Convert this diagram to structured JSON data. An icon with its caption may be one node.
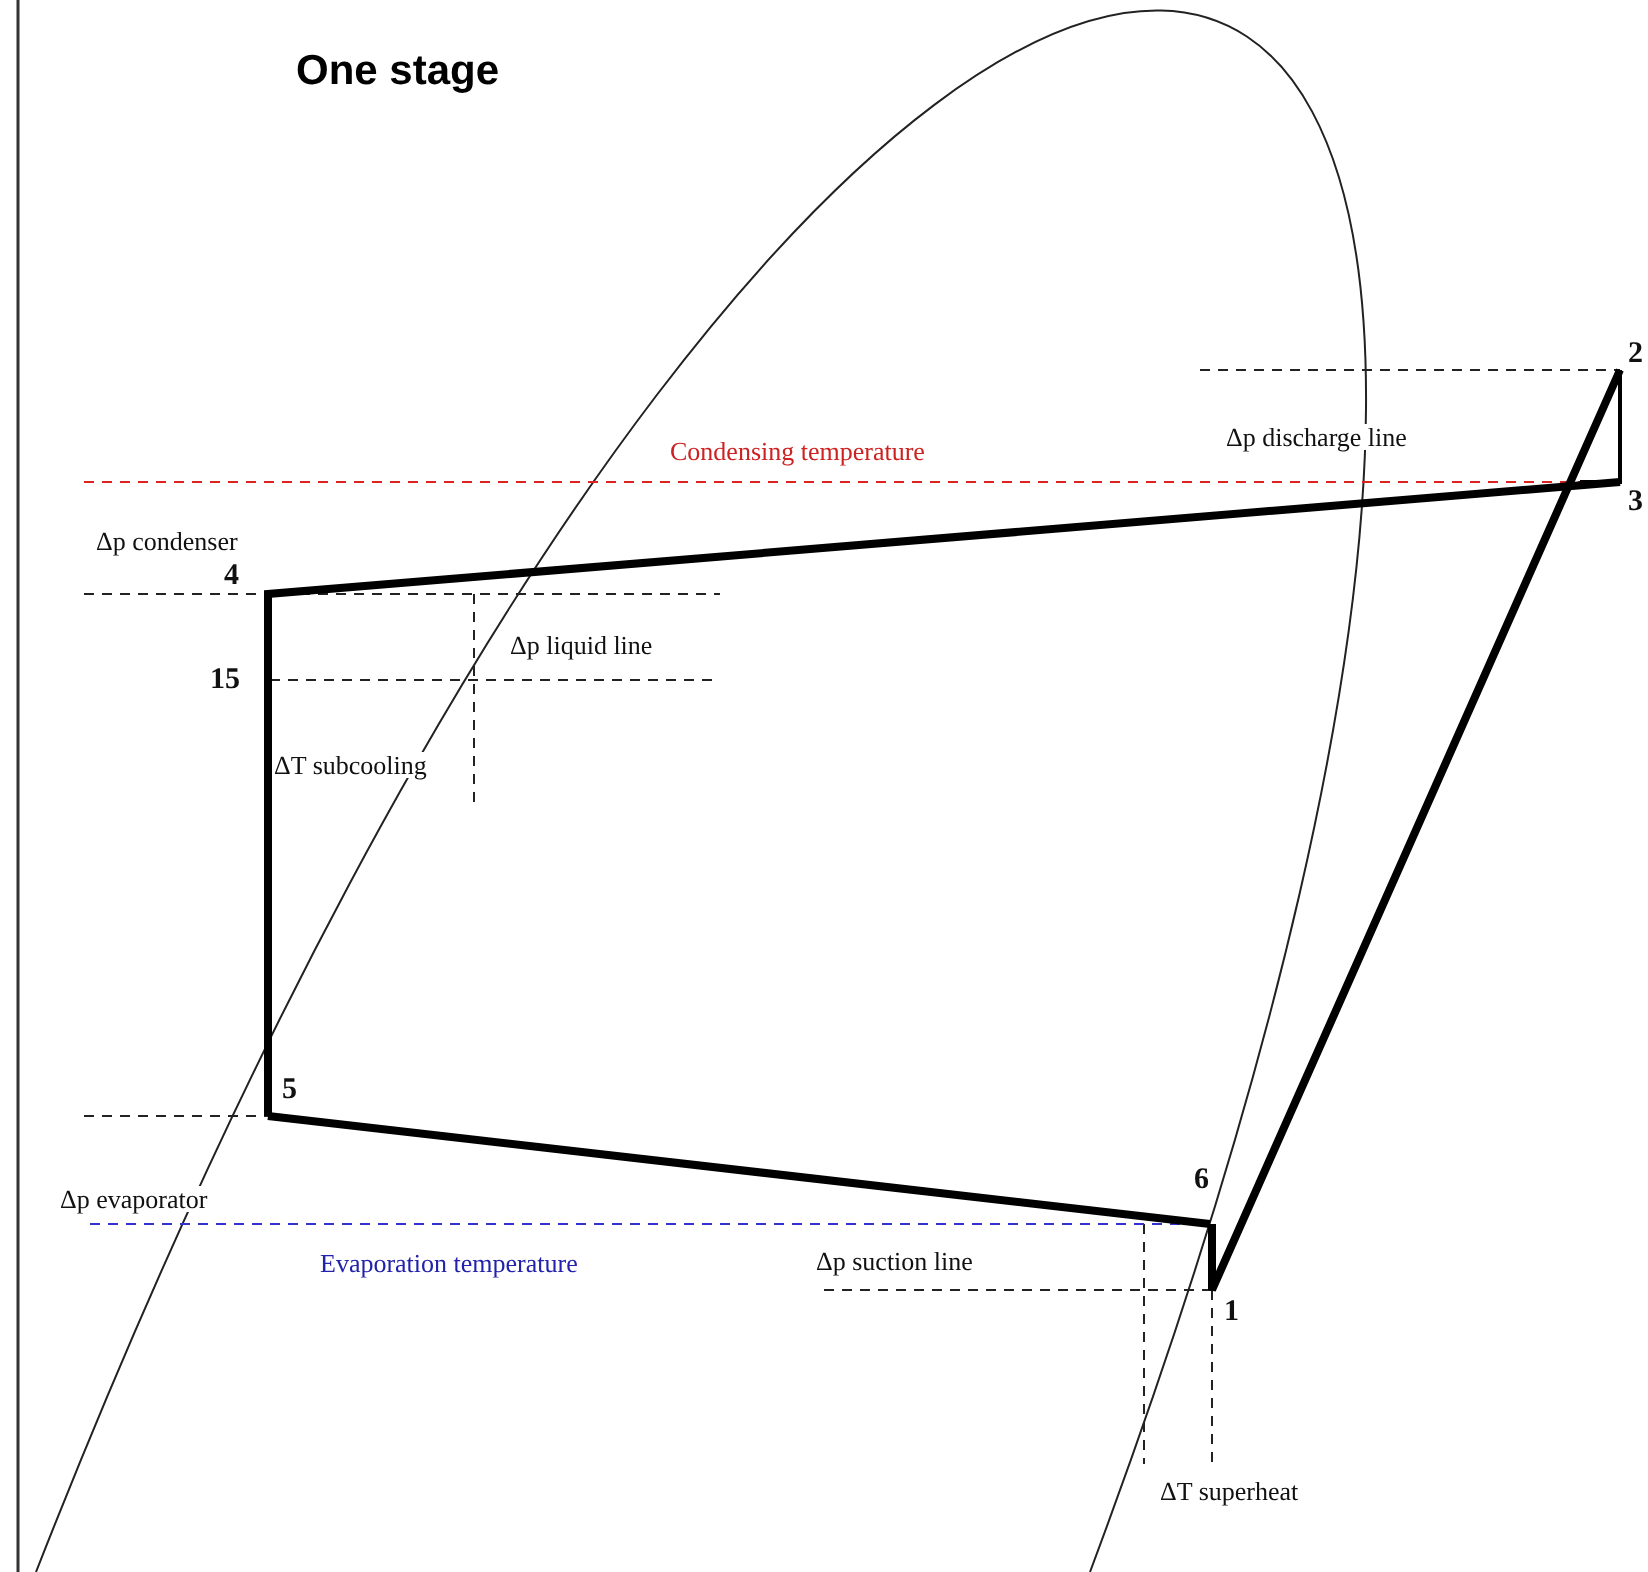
{
  "diagram": {
    "title": "One stage",
    "labels": [
      "2",
      "Condensing temperature",
      "Δp discharge line",
      "3",
      "Δp condenser",
      "4",
      "Δp liquid line",
      "15",
      "ΔT subcooling",
      "5",
      "Δp evaporator",
      "6",
      "Evaporation temperature",
      "Δp suction line",
      "1",
      "ΔT superheat"
    ]
  }
}
